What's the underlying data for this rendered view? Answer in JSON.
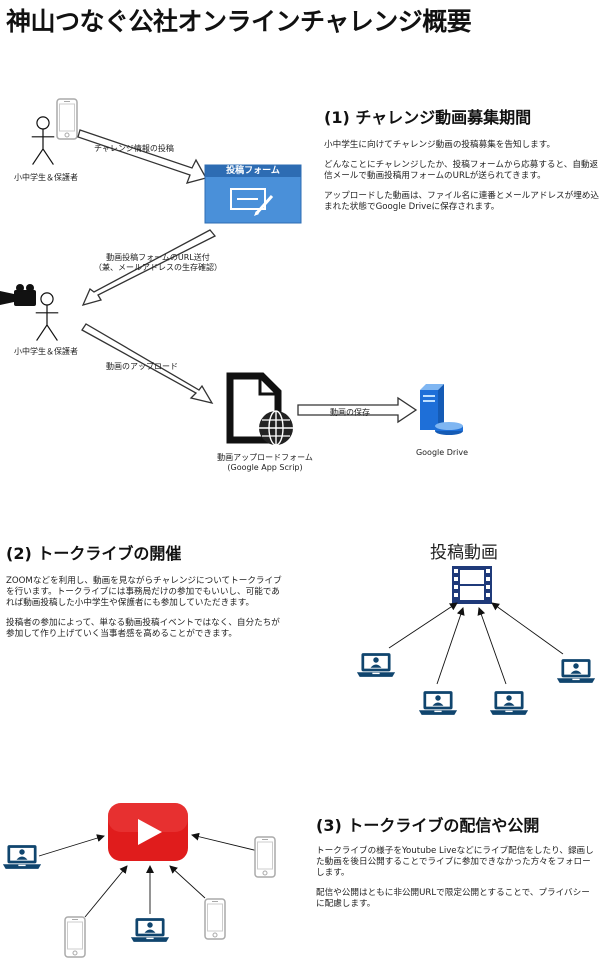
{
  "page": {
    "title": "神山つなぐ公社オンラインチャレンジ概要"
  },
  "section1": {
    "heading": "(1) チャレンジ動画募集期間",
    "paragraphs": [
      "小中学生に向けてチャレンジ動画の投稿募集を告知します。",
      "どんなことにチャレンジしたか、投稿フォームから応募すると、自動返信メールで動画投稿用フォームのURLが送られてきます。",
      "アップロードした動画は、ファイル名に連番とメールアドレスが埋め込まれた状態でGoogle Driveに保存されます。"
    ],
    "actor1_label": "小中学生＆保護者",
    "actor2_label": "小中学生＆保護者",
    "form_title": "投稿フォーム",
    "arrow_challenge": "チャレンジ情報の投稿",
    "arrow_url_line1": "動画投稿フォームのURL送付",
    "arrow_url_line2": "（兼、メールアドレスの生存確認）",
    "arrow_upload": "動画のアップロード",
    "arrow_save": "動画の保存",
    "upload_form_line1": "動画アップロードフォーム",
    "upload_form_line2": "(Google App Scrip)",
    "drive_label": "Google Drive"
  },
  "section2": {
    "heading": "(2) トークライブの開催",
    "paragraphs": [
      "ZOOMなどを利用し、動画を見ながらチャレンジについてトークライブを行います。トークライブには事務局だけの参加でもいいし、可能であれば動画投稿した小中学生や保護者にも参加していただきます。",
      "投稿者の参加によって、単なる動画投稿イベントではなく、自分たちが参加して作り上げていく当事者感を高めることができます。"
    ],
    "video_caption": "投稿動画"
  },
  "section3": {
    "heading": "(3) トークライブの配信や公開",
    "paragraphs": [
      "トークライブの様子をYoutube Liveなどにライブ配信をしたり、録画した動画を後日公開することでライブに参加できなかった方々をフォローします。",
      "配信や公開はともに非公開URLで限定公開とすることで、プライバシーに配慮します。"
    ]
  },
  "colors": {
    "blue_dark": "#10456e",
    "blue_form": "#4a90d9",
    "navy": "#1f3a7a",
    "youtube_red": "#e01c1c"
  }
}
